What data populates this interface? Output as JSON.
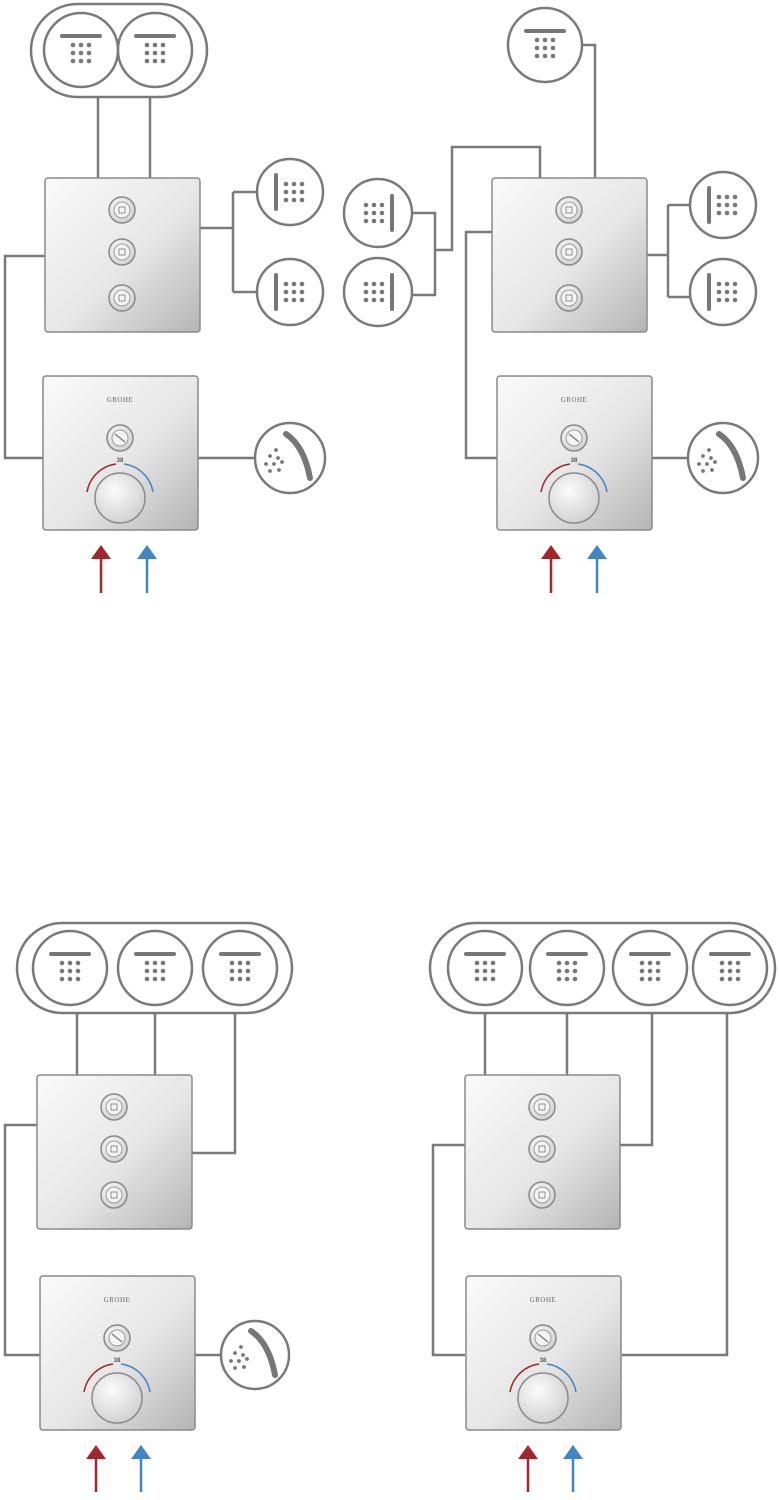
{
  "brand_label": "GROHE",
  "temperature_label": "38",
  "colors": {
    "line": "#7a7a7a",
    "hot": "#a3262a",
    "cold": "#3f86c6",
    "panel_light": "#f4f4f4",
    "panel_dark": "#b9b9b9"
  },
  "diagrams": [
    {
      "outlets": [
        "head-shower",
        "head-shower",
        "body-jet",
        "body-jet",
        "hand-shower"
      ],
      "diverter_buttons": 3
    },
    {
      "outlets": [
        "head-shower",
        "body-jet",
        "body-jet",
        "body-jet",
        "body-jet",
        "hand-shower"
      ],
      "diverter_buttons": 3
    },
    {
      "outlets": [
        "head-shower",
        "head-shower",
        "head-shower",
        "hand-shower"
      ],
      "diverter_buttons": 3
    },
    {
      "outlets": [
        "head-shower",
        "head-shower",
        "head-shower",
        "head-shower"
      ],
      "diverter_buttons": 3
    }
  ]
}
